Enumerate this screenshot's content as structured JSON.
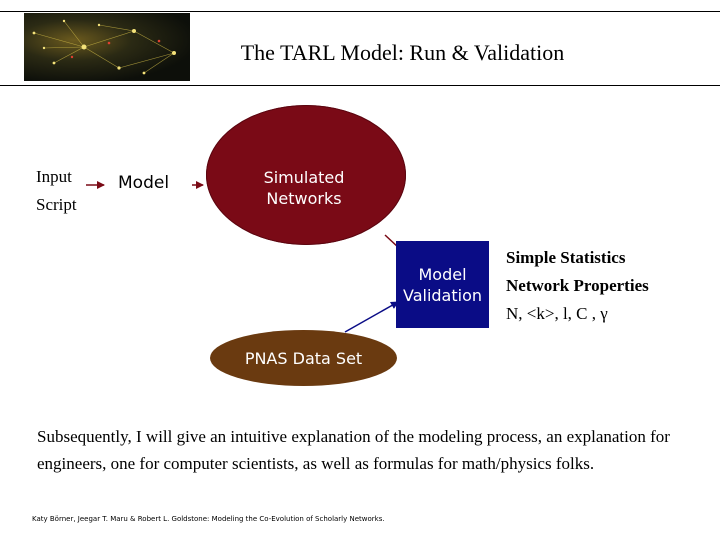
{
  "slide": {
    "title": "The TARL Model: Run & Validation",
    "paragraph": "Subsequently, I will give an intuitive explanation of the modeling process, an explanation for engineers, one for computer scientists, as well as formulas for math/physics folks.",
    "footer": "Katy Börner, Jeegar T. Maru & Robert L. Goldstone: Modeling the Co-Evolution of Scholarly Networks."
  },
  "diagram": {
    "input_line1": "Input",
    "input_line2": "Script",
    "model": "Model",
    "simulated_line1": "Simulated",
    "simulated_line2": "Networks",
    "validation_line1": "Model",
    "validation_line2": "Validation",
    "pnas": "PNAS Data Set",
    "stats_line1": "Simple Statistics",
    "stats_line2": "Network Properties",
    "stats_line3": "N, <k>, l, C , γ"
  },
  "colors": {
    "simulated_fill": "#7a0a16",
    "validation_fill": "#0a0c86",
    "pnas_fill": "#6a3a10",
    "arrow_input_model": "#7a0a16",
    "arrow_model_sim": "#7a0a16",
    "arrow_sim_validation": "#7a0a16",
    "arrow_pnas_validation": "#0a0c86"
  },
  "icons": {
    "header_image": "network-visualization-thumbnail"
  }
}
